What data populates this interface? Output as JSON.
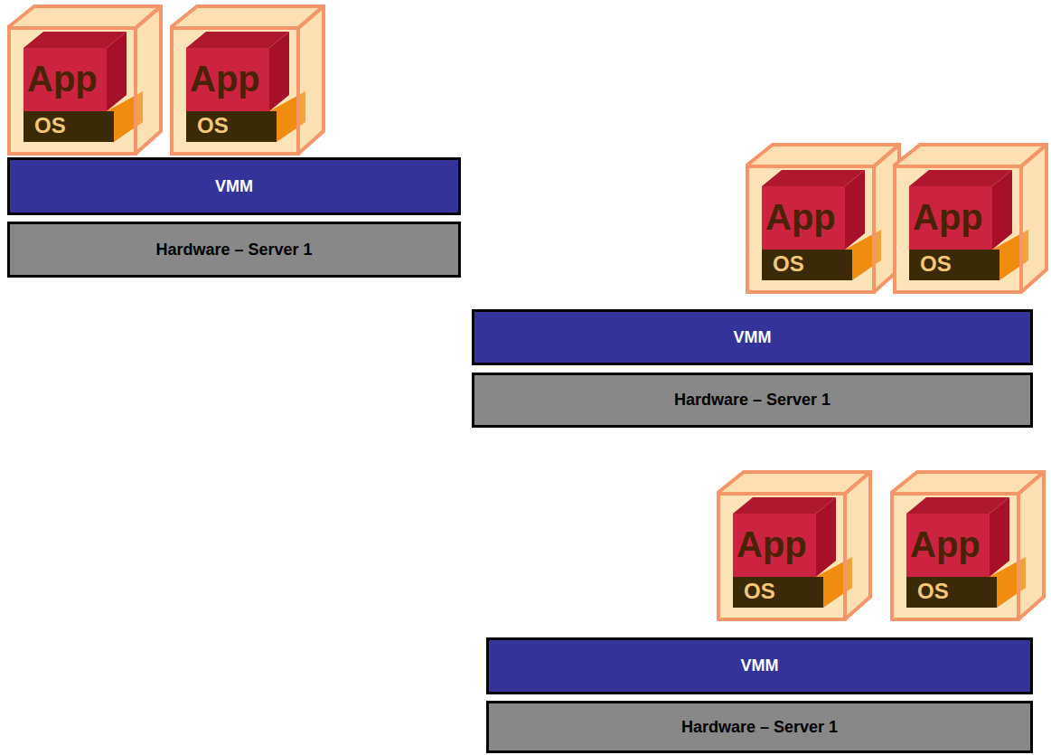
{
  "diagram": {
    "nodes": [
      {
        "text": [
          "App",
          "OS"
        ]
      },
      {
        "text": [
          "App",
          "OS"
        ]
      },
      {
        "text": [
          "VMM"
        ]
      },
      {
        "text": [
          "Hardware – Server 1"
        ]
      },
      {
        "text": [
          "App",
          "OS"
        ]
      },
      {
        "text": [
          "App",
          "OS"
        ]
      },
      {
        "text": [
          "VMM"
        ]
      },
      {
        "text": [
          "Hardware – Server 1"
        ]
      },
      {
        "text": [
          "App",
          "OS"
        ]
      },
      {
        "text": [
          "App",
          "OS"
        ]
      },
      {
        "text": [
          "VMM"
        ]
      },
      {
        "text": [
          "Hardware – Server 1"
        ]
      }
    ]
  }
}
